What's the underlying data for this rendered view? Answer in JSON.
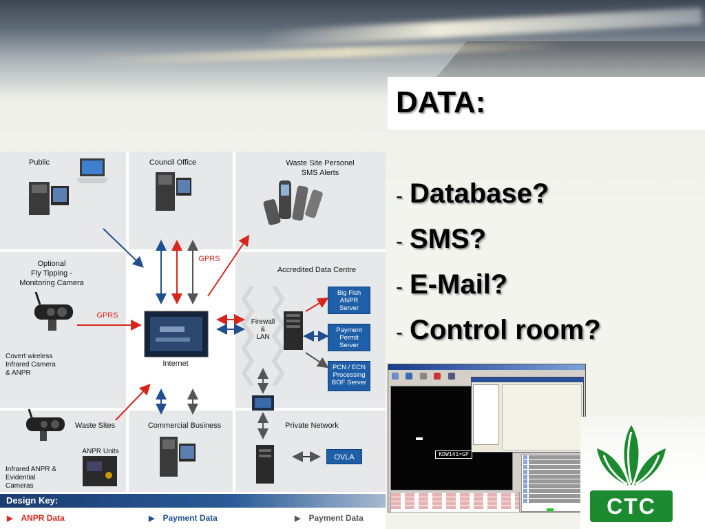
{
  "slide": {
    "title": "DATA:",
    "bullets": [
      {
        "dash": "-",
        "text": "Database?"
      },
      {
        "dash": "-",
        "text": "SMS?"
      },
      {
        "dash": "-",
        "text": "E-Mail?"
      },
      {
        "dash": "-",
        "text": "Control room?"
      }
    ]
  },
  "diagram": {
    "public": "Public",
    "council_office": "Council Office",
    "waste_site_personel": "Waste Site Personel\nSMS Alerts",
    "optional_camera": "Optional\nFly Tipping -\nMonitoring Camera",
    "accredited": "Accredited Data Centre",
    "gprs_top": "GPRS",
    "gprs_left": "GPRS",
    "firewall": "Firewall\n&\nLAN",
    "internet": "Internet",
    "covert": "Covert wireless\nInfrared Camera\n& ANPR",
    "big_fish": "Big Fish\nANPR\nServer",
    "payment_permit": "Payment\nPermit\nServer",
    "pcn": "PCN / ECN\nProcessing\nBOF Server",
    "waste_sites": "Waste Sites",
    "commercial": "Commercial Business",
    "private_network": "Private Network",
    "anpr_units": "ANPR Units",
    "infrared": "Infrared ANPR &\nEvidential\nCameras",
    "ovla": "OVLA"
  },
  "design_key": {
    "title": "Design Key:",
    "items": [
      {
        "label": "ANPR Data",
        "color": "#d9261c"
      },
      {
        "label": "Payment Data",
        "color": "#1f4f8f"
      },
      {
        "label": "Payment Data",
        "color": "#555555"
      }
    ]
  },
  "app": {
    "plate_read": "KDW141=GP"
  },
  "logo": {
    "text": "CTC",
    "color": "#1c8a2e"
  },
  "colors": {
    "anpr_arrow": "#d9261c",
    "payment_arrow": "#1f4f8f",
    "gray_arrow": "#555555"
  }
}
